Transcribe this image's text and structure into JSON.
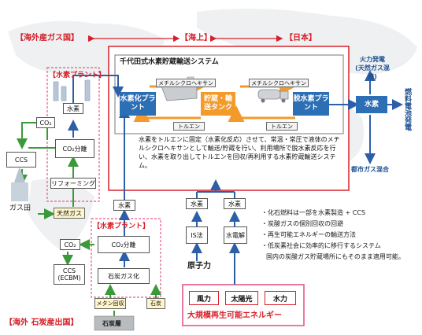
{
  "regions": {
    "overseas_gas": "【海外産ガス国】",
    "sea": "【海上】",
    "japan": "【日本】",
    "overseas_coal": "【海外 石炭産出国】"
  },
  "system_title": "千代田式水素貯蔵輸送システム",
  "carriers": {
    "mch_left": "メチルシクロヘキサン",
    "mch_right": "メチルシクロヘキサン",
    "toluene_left": "トルエン",
    "toluene_right": "トルエン"
  },
  "plants": {
    "hydrogenation": "水素化プラント",
    "storage": "貯蔵・輸送タンク",
    "dehydrogenation": "脱水素プラント"
  },
  "description": "水素をトルエンに固定（水素化反応）させて、常温・常圧で液体のメチルシクロヘキサンとして輸送/貯蔵を行い、利用場所で脱水素反応を行い、水素を取り出してトルエンを回収/再利用する水素貯蔵輸送システム。",
  "gas_side": {
    "plant_label": "【水素プラント】",
    "hydrogen": "水素",
    "co2_separation": "CO₂分離",
    "reforming": "リフォーミング",
    "co2": "CO₂",
    "ccs": "CCS",
    "gas_field": "ガス田",
    "natural_gas": "天然ガス"
  },
  "coal_side": {
    "plant_label": "【水素プラント】",
    "hydrogen": "水素",
    "co2_separation": "CO₂分離",
    "coal_gasification": "石炭ガス化",
    "co2": "CO₂",
    "ccs_ecbm": "CCS\n(ECBM)",
    "methane_recovery": "メタン回収",
    "coal": "石炭",
    "coal_seam": "石炭層"
  },
  "japan_side": {
    "hydrogen_center": "水素",
    "thermal_power": "火力発電\n(天然ガス混焼)",
    "fuel_cell": "燃料電池発電",
    "city_gas": "都市ガス混合"
  },
  "domestic": {
    "hydrogen_is": "水素",
    "hydrogen_elec": "水素",
    "is_method": "IS法",
    "electrolysis": "水電解",
    "nuclear": "原子力",
    "wind": "風力",
    "solar": "太陽光",
    "hydro": "水力",
    "renewable": "大規模再生可能エネルギー"
  },
  "bullets": [
    "・化石燃料は一部を水素製造 + CCS",
    "・炭酸ガスの個別回収の回避",
    "・再生可能エネルギーの輸送方法",
    "・低炭素社会に効率的に移行するシステム",
    "国内の炭酸ガス貯蔵場所にもそのまま適用可能。"
  ],
  "colors": {
    "accent_red": "#d8202a",
    "plant_blue": "#2d6fb5",
    "tank_orange": "#f39a2b",
    "arrow_green": "#3a9a3a",
    "arrow_blue": "#2d5fa8",
    "region_pink": "#e25a8a"
  }
}
